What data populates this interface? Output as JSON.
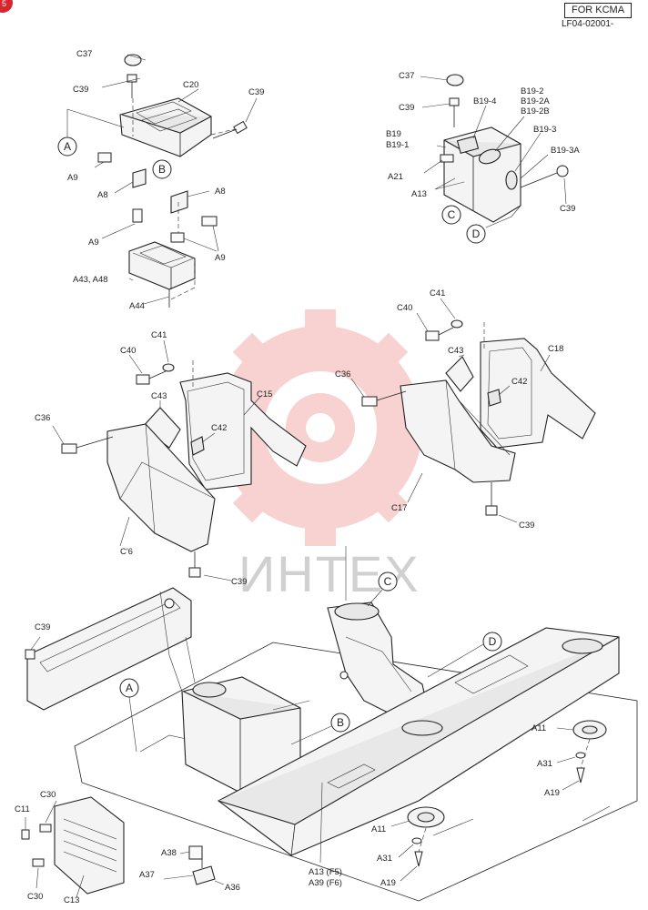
{
  "header": {
    "model_box": "FOR KCMA",
    "code": "LF04-02001-",
    "corner_mark": "5"
  },
  "watermark": {
    "text": "ИНТЕХ"
  },
  "callouts": {
    "A": "A",
    "B": "B",
    "C": "C",
    "D": "D"
  },
  "labels": {
    "c37_a": "C37",
    "c39_a": "C39",
    "c20": "C20",
    "c39_b": "C39",
    "a9_a": "A9",
    "a8_a": "A8",
    "a8_b": "A8",
    "a9_b": "A9",
    "a9_c": "A9",
    "a43_a48": "A43, A48",
    "a44": "A44",
    "c37_b": "C37",
    "c39_c": "C39",
    "b19_4": "B19-4",
    "b19_2": "B19-2",
    "b19_2a": "B19-2A",
    "b19_2b": "B19-2B",
    "b19": "B19",
    "b19_1": "B19-1",
    "b19_3": "B19-3",
    "b19_3a": "B19-3A",
    "a21": "A21",
    "a13_a": "A13",
    "c39_d": "C39",
    "c41_a": "C41",
    "c40_a": "C40",
    "c43_a": "C43",
    "c15": "C15",
    "c36_a": "C36",
    "c42_a": "C42",
    "c16": "C'6",
    "c39_e": "C39",
    "c41_b": "C41",
    "c40_b": "C40",
    "c43_b": "C43",
    "c18": "C18",
    "c36_b": "C36",
    "c42_b": "C42",
    "c17": "C17",
    "c39_f": "C39",
    "c39_g": "C39",
    "a11_a": "A11",
    "a31_a": "A31",
    "a19_a": "A19",
    "c30_a": "C30",
    "c11": "C11",
    "a38": "A38",
    "a37": "A37",
    "a36": "A36",
    "c30_b": "C30",
    "c13": "C13",
    "a13_f5": "A13  (F5)",
    "a39_f6": "A39  (F6)",
    "a11_b": "A11",
    "a31_b": "A31",
    "a19_b": "A19"
  }
}
